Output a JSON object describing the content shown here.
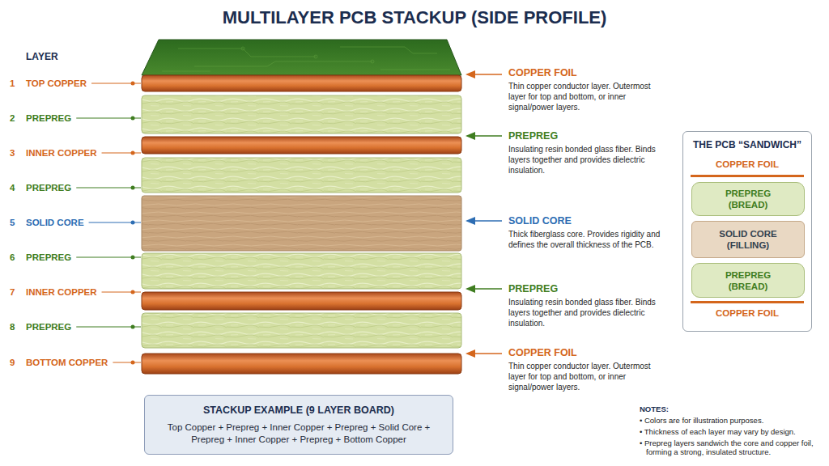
{
  "diagram": {
    "title": "MULTILAYER PCB STACKUP (SIDE PROFILE)",
    "nodes": [
      {
        "text": [
          "THE PCB “SANDWICH”"
        ]
      },
      {
        "text": [
          "PREPREG (BREAD)"
        ],
        "in": 0
      },
      {
        "text": [
          "SOLID CORE (FILLING)"
        ],
        "in": 0
      },
      {
        "text": [
          "PREPREG (BREAD)"
        ],
        "in": 0
      },
      {
        "text": [
          "STACKUP EXAMPLE (9 LAYER BOARD)",
          "Top Copper + Prepreg + Inner Copper + Prepreg + Solid Core + Prepreg + Inner Copper + Prepreg + Bottom Copper"
        ]
      }
    ],
    "labels": [
      "LAYER",
      "1",
      "TOP COPPER",
      "2",
      "PREPREG",
      "3",
      "INNER COPPER",
      "4",
      "PREPREG",
      "5",
      "SOLID CORE",
      "6",
      "PREPREG",
      "7",
      "INNER COPPER",
      "8",
      "PREPREG",
      "9",
      "BOTTOM COPPER",
      "COPPER FOIL",
      "Thin copper conductor layer. Outermost layer for top and bottom, or inner signal/power layers.",
      "PREPREG",
      "Insulating resin bonded glass fiber. Binds layers together and provides dielectric insulation.",
      "SOLID CORE",
      "Thick fiberglass core. Provides rigidity and defines the overall thickness of the PCB.",
      "PREPREG",
      "Insulating resin bonded glass fiber. Binds layers together and provides dielectric insulation.",
      "COPPER FOIL",
      "Thin copper conductor layer. Outermost layer for top and bottom, or inner signal/power layers.",
      "COPPER FOIL",
      "COPPER FOIL",
      "NOTES:",
      "• Colors are for illustration purposes.",
      "• Thickness of each layer may vary by design.",
      "• Prepreg layers sandwich the core and copper foil, forming a strong, insulated structure."
    ]
  }
}
